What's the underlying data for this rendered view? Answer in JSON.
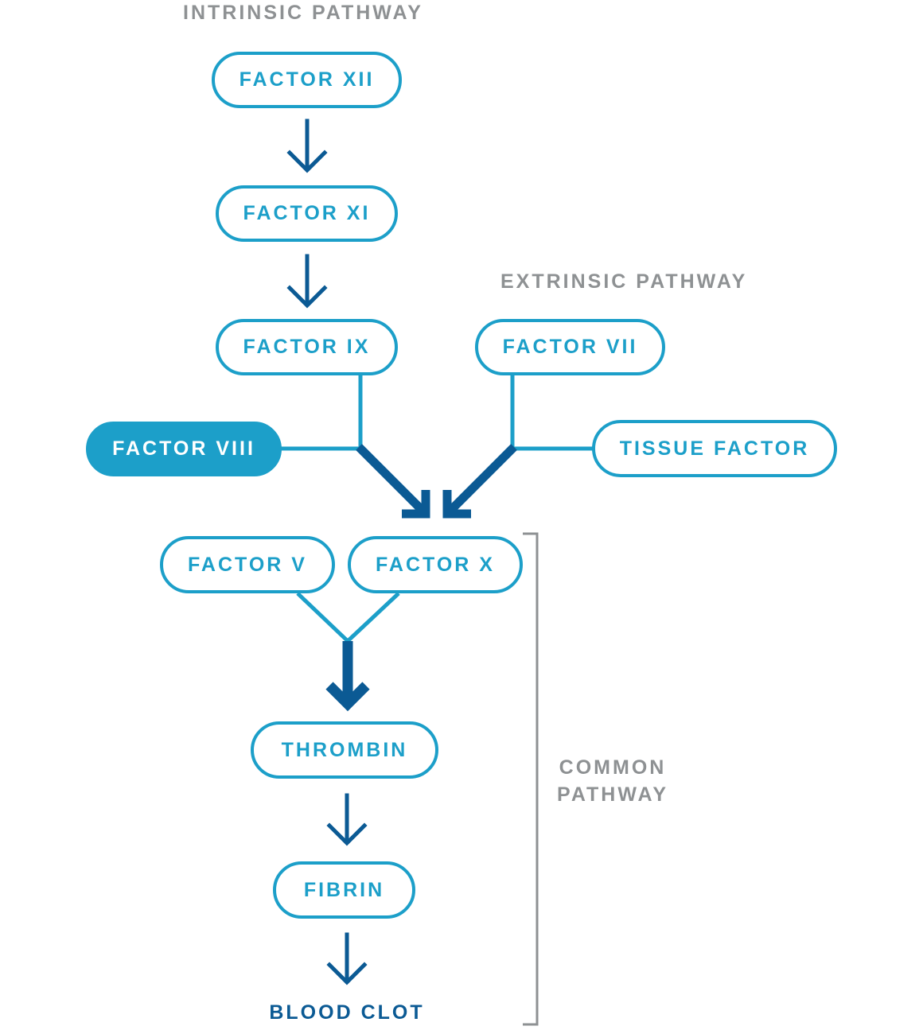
{
  "pathways": {
    "intrinsic": "INTRINSIC PATHWAY",
    "extrinsic": "EXTRINSIC PATHWAY",
    "common_line1": "COMMON",
    "common_line2": "PATHWAY"
  },
  "nodes": {
    "factor_xii": "FACTOR XII",
    "factor_xi": "FACTOR XI",
    "factor_ix": "FACTOR IX",
    "factor_vii": "FACTOR VII",
    "factor_viii": "FACTOR VIII",
    "tissue_factor": "TISSUE FACTOR",
    "factor_v": "FACTOR V",
    "factor_x": "FACTOR X",
    "thrombin": "THROMBIN",
    "fibrin": "FIBRIN"
  },
  "result": "BLOOD CLOT",
  "colors": {
    "node_blue": "#1c9fc9",
    "arrow_dark_blue": "#0b5a94",
    "label_gray": "#8e9193"
  }
}
